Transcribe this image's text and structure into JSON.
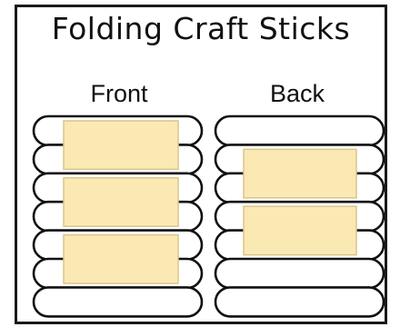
{
  "title": "Folding Craft Sticks",
  "columns": [
    {
      "label": "Front",
      "stick_count": 7,
      "panels_on_stick_pairs": [
        [
          0,
          1
        ],
        [
          2,
          3
        ],
        [
          4,
          5
        ]
      ]
    },
    {
      "label": "Back",
      "stick_count": 7,
      "panels_on_stick_pairs": [
        [
          1,
          2
        ],
        [
          3,
          4
        ]
      ]
    }
  ],
  "colors": {
    "stick_outline": "#111111",
    "stick_fill": "#ffffff",
    "panel_fill": "#fbe9b4",
    "panel_outline": "#d9c58a",
    "border": "#1a1a1a"
  }
}
